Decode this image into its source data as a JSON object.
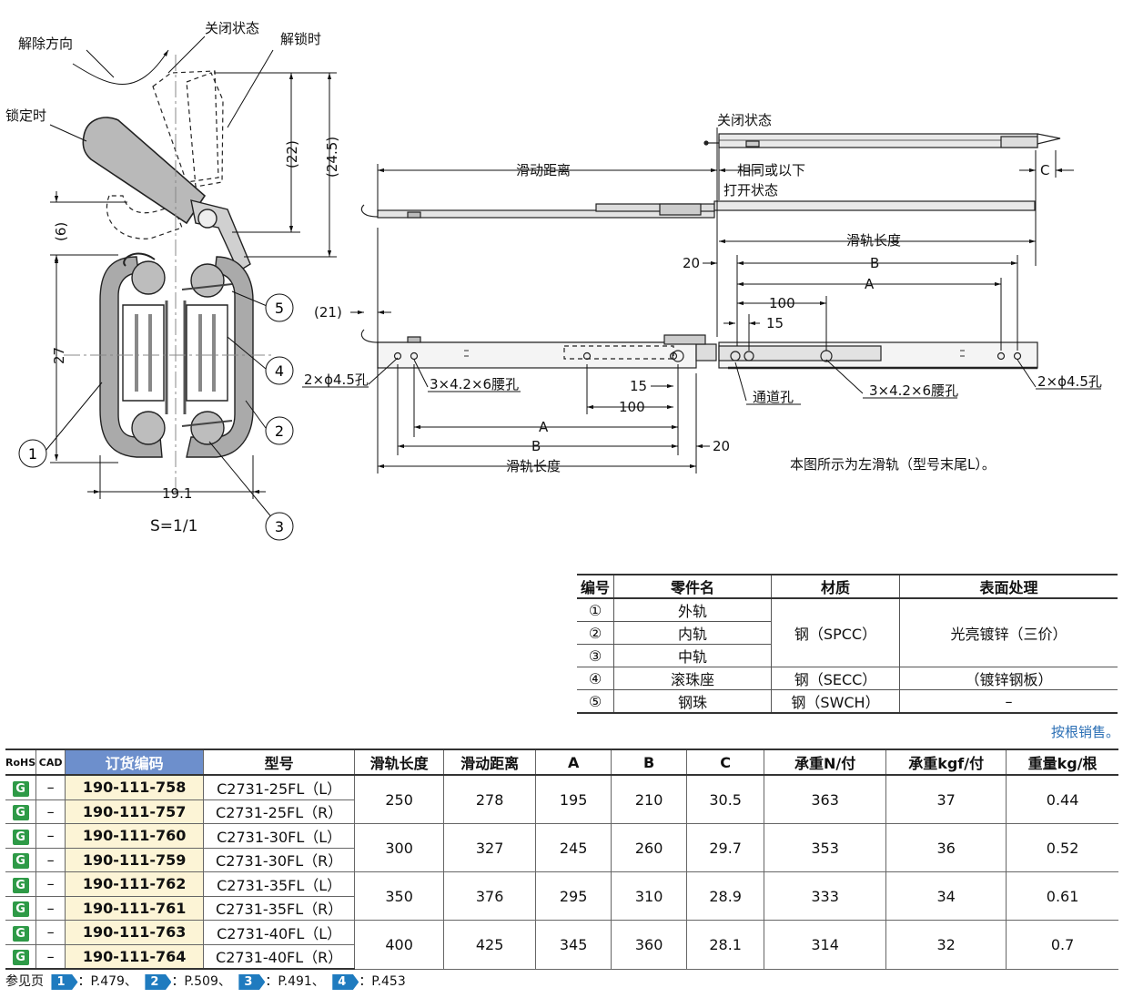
{
  "drawing": {
    "cross_section": {
      "labels": {
        "release_dir": "解除方向",
        "closed": "关闭状态",
        "unlocked": "解锁时",
        "locked": "锁定时"
      },
      "dims": {
        "d6": "(6)",
        "d22": "(22)",
        "d24_5": "(24.5)",
        "d27": "27",
        "d19_1": "19.1"
      },
      "scale": "S=1/1",
      "callouts": [
        "1",
        "2",
        "3",
        "4",
        "5"
      ]
    },
    "side_view": {
      "closed_label": "关闭状态",
      "same_or_less": "相同或以下",
      "open_label": "打开状态",
      "slide_distance": "滑动距离",
      "c_label": "C",
      "rail_length": "滑轨长度",
      "dims": {
        "d20": "20",
        "B": "B",
        "A": "A",
        "d100": "100",
        "d15": "15",
        "d21": "(21)"
      },
      "holes": {
        "left_end": "2×ϕ4.5孔",
        "left_slot": "3×4.2×6腰孔",
        "through": "通道孔",
        "right_slot": "3×4.2×6腰孔",
        "right_end": "2×ϕ4.5孔"
      },
      "caption": "本图所示为左滑轨（型号末尾L）。"
    }
  },
  "parts_table": {
    "headers": [
      "编号",
      "零件名",
      "材质",
      "表面处理"
    ],
    "rows": [
      {
        "no": "①",
        "name": "外轨"
      },
      {
        "no": "②",
        "name": "内轨"
      },
      {
        "no": "③",
        "name": "中轨"
      },
      {
        "no": "④",
        "name": "滚珠座",
        "material": "钢（SECC）",
        "finish": "（镀锌钢板）"
      },
      {
        "no": "⑤",
        "name": "钢珠",
        "material": "钢（SWCH）",
        "finish": "–"
      }
    ],
    "merged_material": "钢（SPCC）",
    "merged_finish": "光亮镀锌（三价）"
  },
  "note": "按根销售。",
  "order_table": {
    "headers": {
      "rohs": "RoHS",
      "cad": "CAD",
      "code": "订货编码",
      "model": "型号",
      "length": "滑轨长度",
      "travel": "滑动距离",
      "a": "A",
      "b": "B",
      "c": "C",
      "load_n": "承重N/付",
      "load_kgf": "承重kgf/付",
      "weight": "重量kg/根"
    },
    "rohs_icon": "G",
    "cad_dash": "–",
    "groups": [
      {
        "codes": [
          "190-111-758",
          "190-111-757"
        ],
        "models": [
          "C2731-25FL（L）",
          "C2731-25FL（R）"
        ],
        "length": "250",
        "travel": "278",
        "a": "195",
        "b": "210",
        "c": "30.5",
        "load_n": "363",
        "load_kgf": "37",
        "weight": "0.44"
      },
      {
        "codes": [
          "190-111-760",
          "190-111-759"
        ],
        "models": [
          "C2731-30FL（L）",
          "C2731-30FL（R）"
        ],
        "length": "300",
        "travel": "327",
        "a": "245",
        "b": "260",
        "c": "29.7",
        "load_n": "353",
        "load_kgf": "36",
        "weight": "0.52"
      },
      {
        "codes": [
          "190-111-762",
          "190-111-761"
        ],
        "models": [
          "C2731-35FL（L）",
          "C2731-35FL（R）"
        ],
        "length": "350",
        "travel": "376",
        "a": "295",
        "b": "310",
        "c": "28.9",
        "load_n": "333",
        "load_kgf": "34",
        "weight": "0.61"
      },
      {
        "codes": [
          "190-111-763",
          "190-111-764"
        ],
        "models": [
          "C2731-40FL（L）",
          "C2731-40FL（R）"
        ],
        "length": "400",
        "travel": "425",
        "a": "345",
        "b": "360",
        "c": "28.1",
        "load_n": "314",
        "load_kgf": "32",
        "weight": "0.7"
      }
    ]
  },
  "references": {
    "label": "参见页",
    "items": [
      {
        "badge": "1",
        "page": "：P.479、"
      },
      {
        "badge": "2",
        "page": "：P.509、"
      },
      {
        "badge": "3",
        "page": "：P.491、"
      },
      {
        "badge": "4",
        "page": "：P.453"
      }
    ]
  }
}
